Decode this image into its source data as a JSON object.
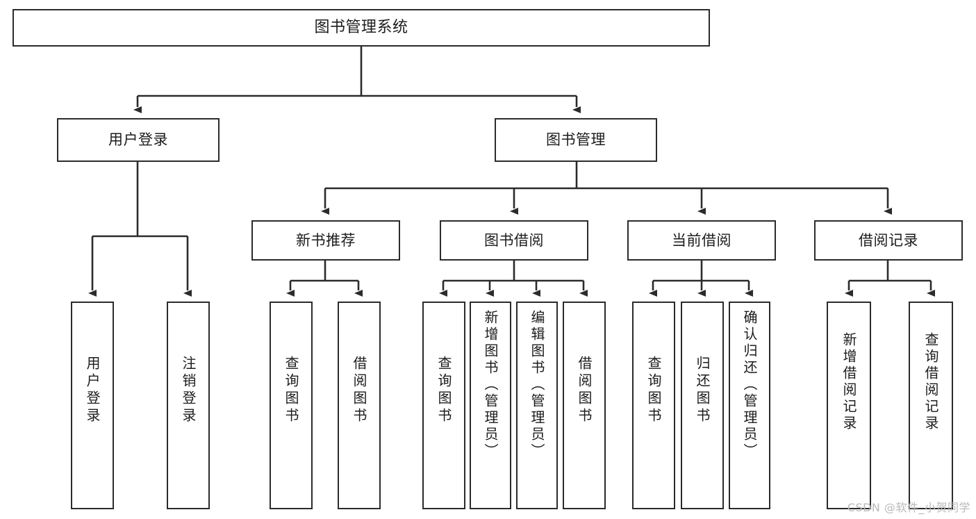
{
  "diagram": {
    "title": "图书管理系统",
    "watermark": "CSDN @软件_小贺同学",
    "line_color": "#2b2b2b",
    "box_fill": "#ffffff",
    "text_color": "#1c1c1c",
    "watermark_color": "#b9b9b9",
    "type": "tree-hierarchy",
    "levels": 4,
    "nodes": {
      "root": {
        "label": "图书管理系统"
      },
      "level2": [
        {
          "id": "user-login",
          "label": "用户登录"
        },
        {
          "id": "book-manage",
          "label": "图书管理"
        }
      ],
      "level3": [
        {
          "id": "new-book-recommend",
          "label": "新书推荐",
          "parent": "book-manage"
        },
        {
          "id": "book-borrow",
          "label": "图书借阅",
          "parent": "book-manage"
        },
        {
          "id": "current-borrow",
          "label": "当前借阅",
          "parent": "book-manage"
        },
        {
          "id": "borrow-record",
          "label": "借阅记录",
          "parent": "book-manage"
        }
      ],
      "leaves": [
        {
          "id": "leaf-user-login",
          "label": "用户登录",
          "parent": "user-login"
        },
        {
          "id": "leaf-logout",
          "label": "注销登录",
          "parent": "user-login"
        },
        {
          "id": "leaf-query-book-1",
          "label": "查询图书",
          "parent": "new-book-recommend"
        },
        {
          "id": "leaf-borrow-book-1",
          "label": "借阅图书",
          "parent": "new-book-recommend"
        },
        {
          "id": "leaf-query-book-2",
          "label": "查询图书",
          "parent": "book-borrow"
        },
        {
          "id": "leaf-add-book",
          "label": "新增图书（管理员）",
          "parent": "book-borrow"
        },
        {
          "id": "leaf-edit-book",
          "label": "编辑图书（管理员）",
          "parent": "book-borrow"
        },
        {
          "id": "leaf-borrow-book-2",
          "label": "借阅图书",
          "parent": "book-borrow"
        },
        {
          "id": "leaf-query-book-3",
          "label": "查询图书",
          "parent": "current-borrow"
        },
        {
          "id": "leaf-return-book",
          "label": "归还图书",
          "parent": "current-borrow"
        },
        {
          "id": "leaf-confirm-return",
          "label": "确认归还（管理员）",
          "parent": "current-borrow"
        },
        {
          "id": "leaf-add-record",
          "label": "新增借阅记录",
          "parent": "borrow-record"
        },
        {
          "id": "leaf-query-record",
          "label": "查询借阅记录",
          "parent": "borrow-record"
        }
      ]
    }
  }
}
